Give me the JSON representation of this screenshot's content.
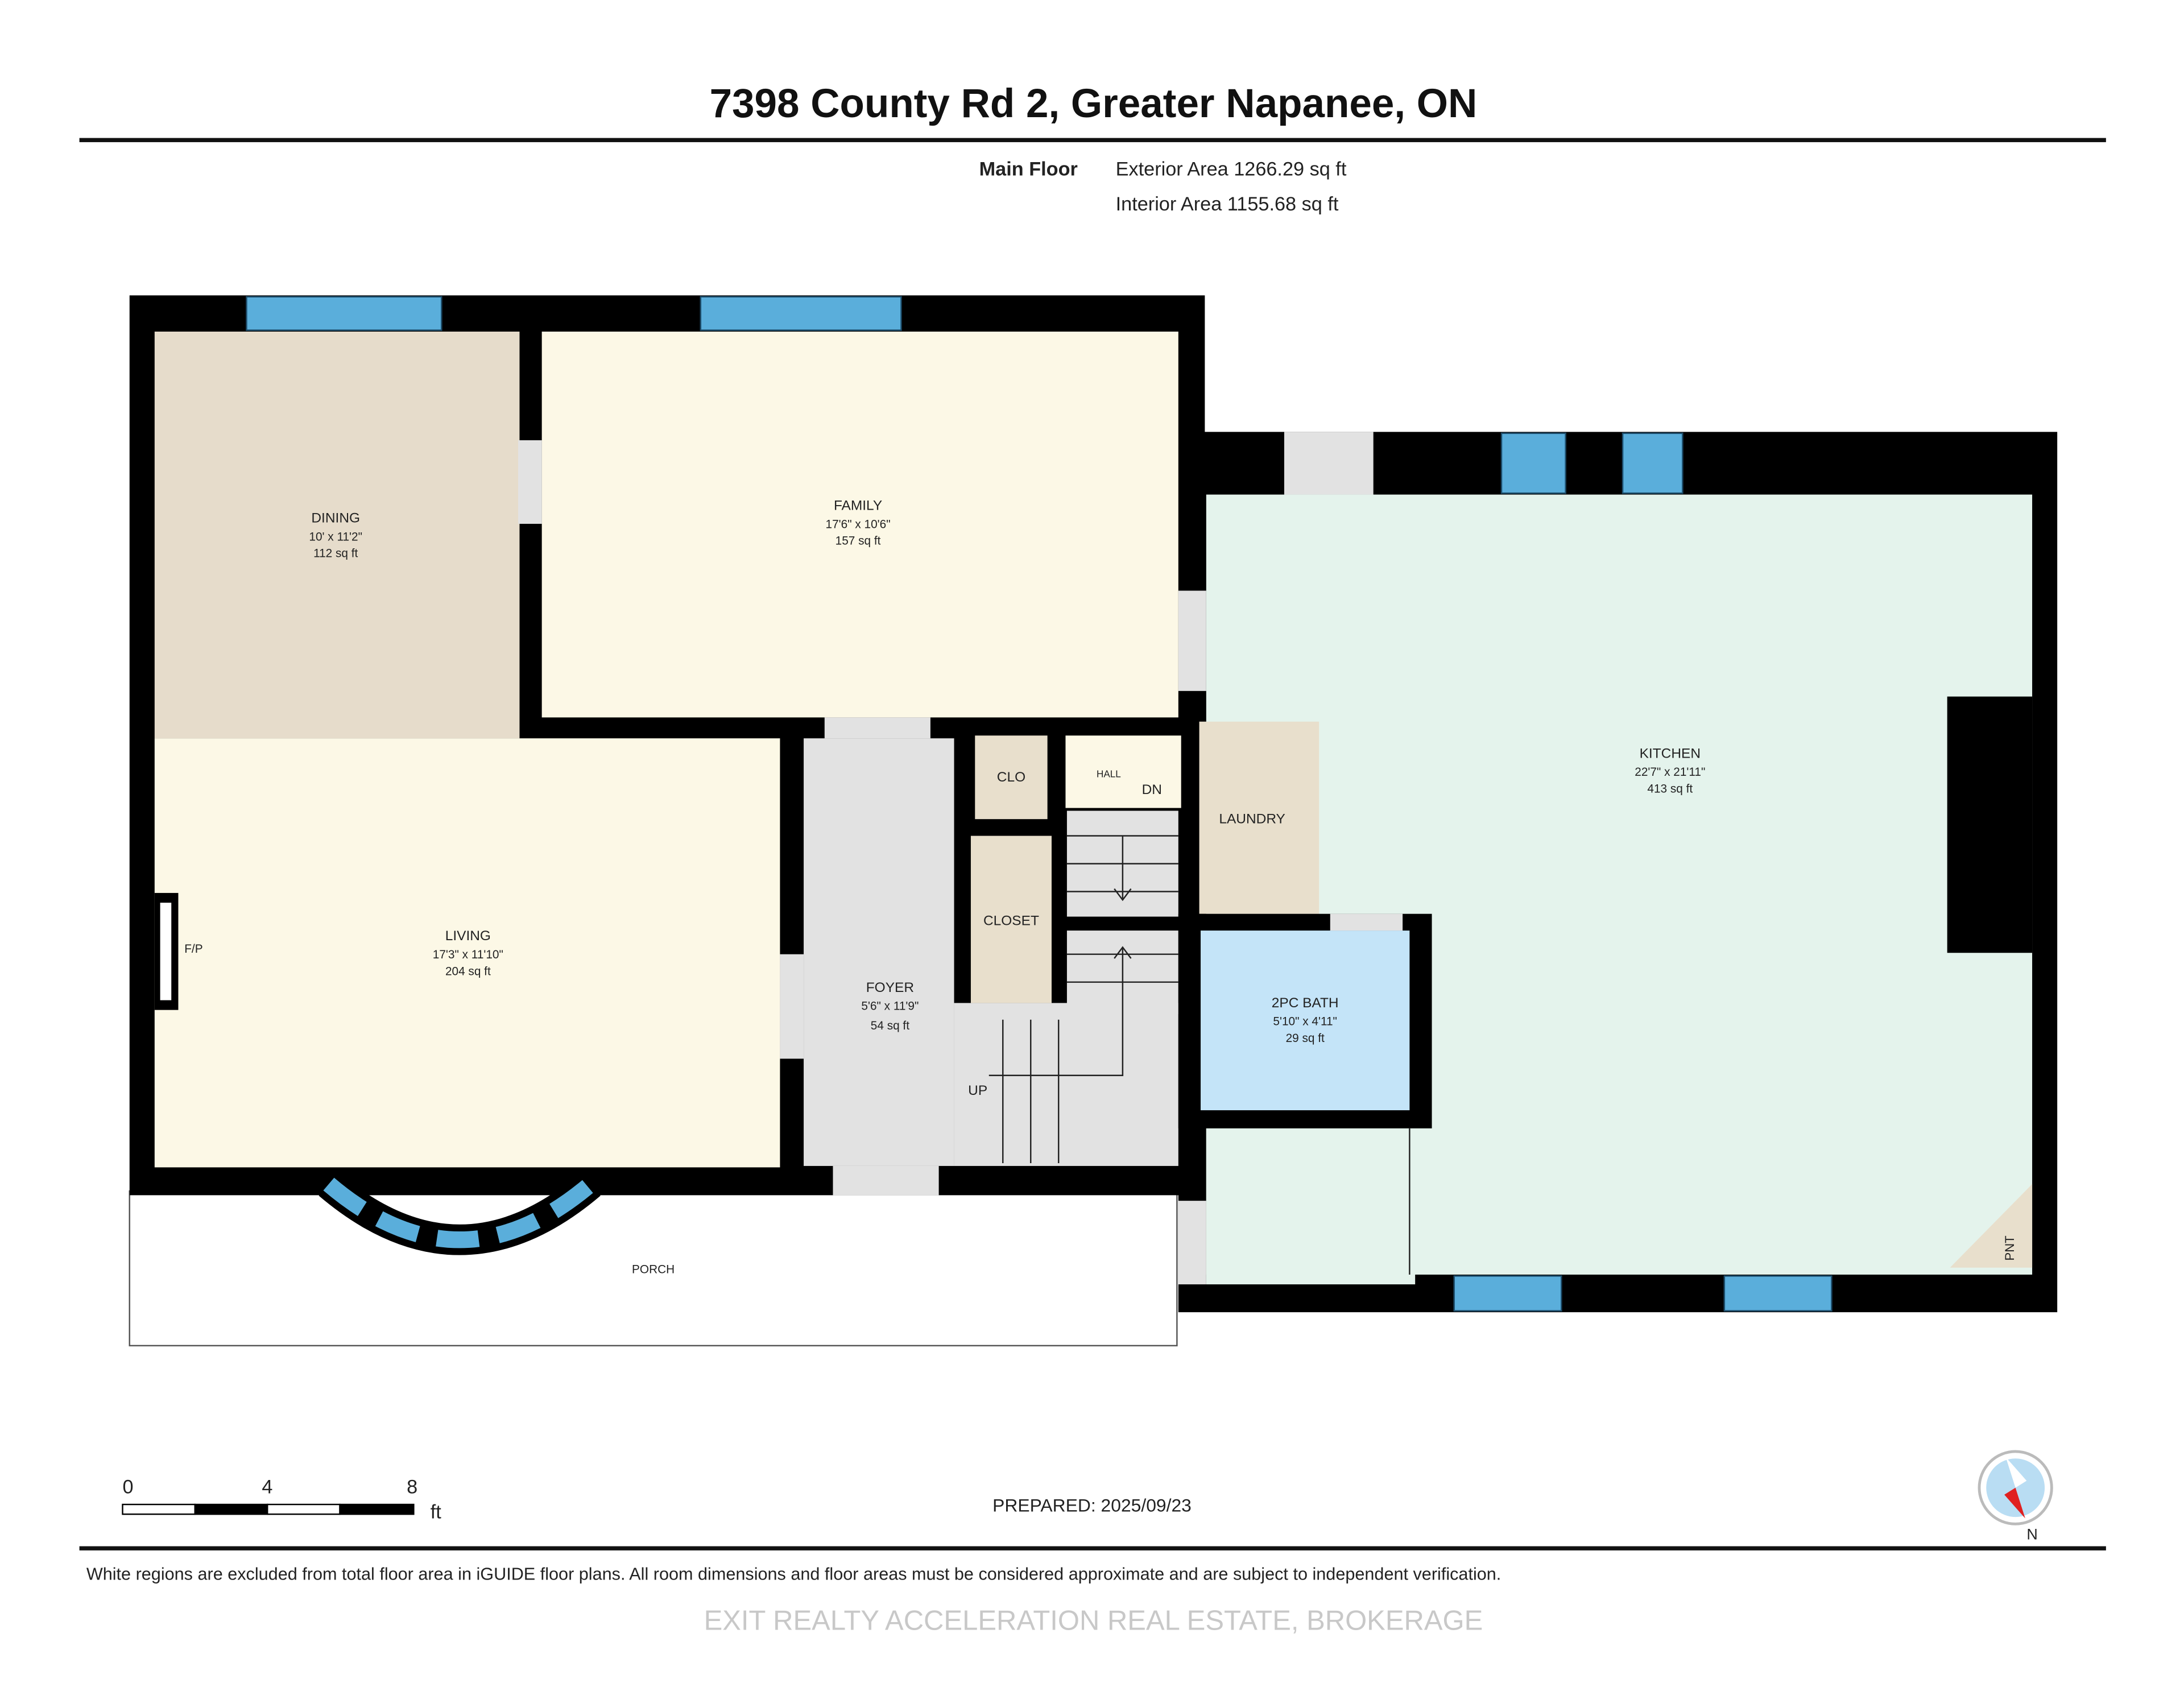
{
  "header": {
    "title": "7398 County Rd 2, Greater Napanee, ON",
    "floor": "Main Floor",
    "exterior_area": "Exterior Area 1266.29 sq ft",
    "interior_area": "Interior Area 1155.68 sq ft"
  },
  "rooms": {
    "dining": {
      "name": "DINING",
      "dims": "10' x 11'2\"",
      "area": "112 sq ft"
    },
    "family": {
      "name": "FAMILY",
      "dims": "17'6\" x 10'6\"",
      "area": "157 sq ft"
    },
    "kitchen": {
      "name": "KITCHEN",
      "dims": "22'7\" x 21'11\"",
      "area": "413 sq ft"
    },
    "living": {
      "name": "LIVING",
      "dims": "17'3\" x 11'10\"",
      "area": "204 sq ft"
    },
    "foyer": {
      "name": "FOYER",
      "dims": "5'6\" x 11'9\"",
      "area": "54 sq ft"
    },
    "bath": {
      "name": "2PC BATH",
      "dims": "5'10\" x 4'11\"",
      "area": "29 sq ft"
    },
    "clo": {
      "name": "CLO"
    },
    "closet": {
      "name": "CLOSET"
    },
    "hall": {
      "name": "HALL"
    },
    "laundry": {
      "name": "LAUNDRY"
    },
    "porch": {
      "name": "PORCH"
    },
    "pantry": {
      "name": "PNT"
    },
    "fireplace": {
      "name": "F/P"
    }
  },
  "stairs": {
    "down": "DN",
    "up": "UP"
  },
  "colors": {
    "dining": "#e6dccb",
    "family": "#fcf8e6",
    "kitchen": "#e4f3ec",
    "foyer": "#e2e2e2",
    "bath": "#c4e4f8",
    "closet": "#e8dfcc",
    "window": "#5aaedb",
    "wall": "#000000"
  },
  "scale": {
    "ticks": [
      "0",
      "4",
      "8"
    ],
    "unit": "ft"
  },
  "prepared": "PREPARED: 2025/09/23",
  "compass": {
    "label": "N"
  },
  "watermark": "EXIT REALTY ACCELERATION REAL ESTATE, BROKERAGE",
  "disclaimer": "White regions are excluded from total floor area in iGUIDE floor plans. All room dimensions and floor areas must be considered approximate and are subject to independent verification."
}
